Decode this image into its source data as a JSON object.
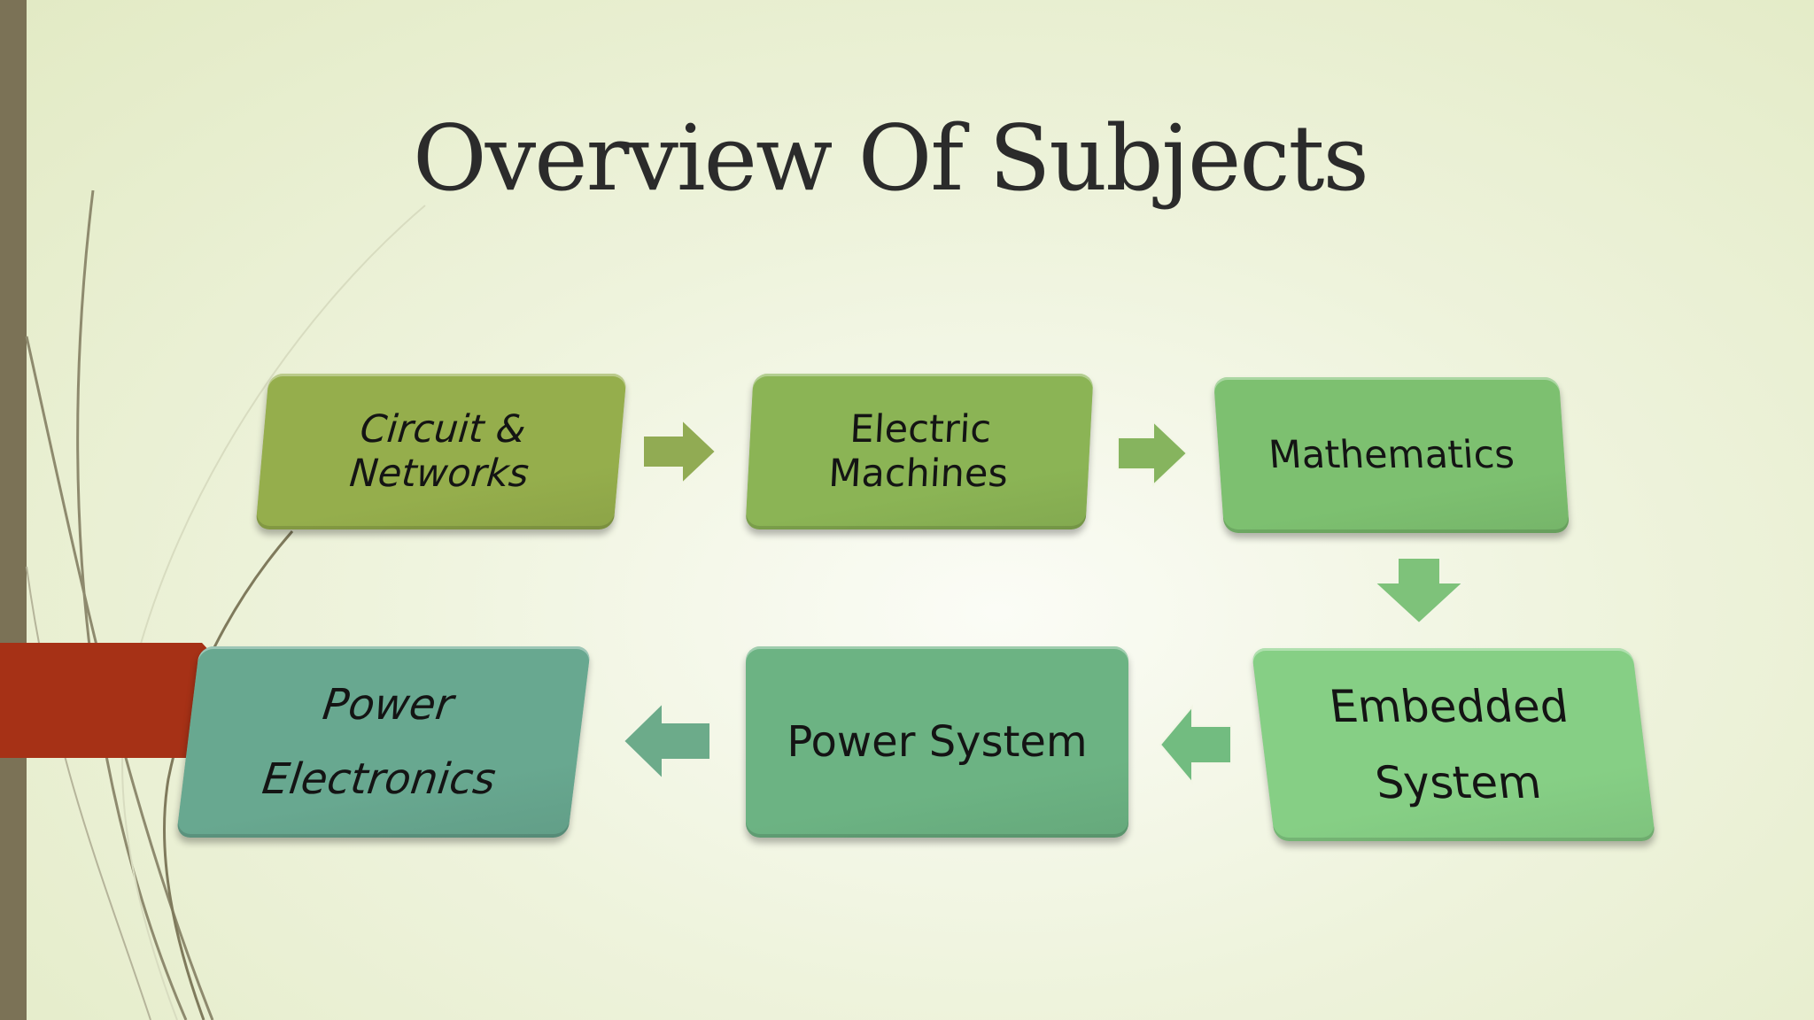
{
  "title": "Overview Of Subjects",
  "diagram": {
    "nodes": [
      {
        "id": "circuit",
        "label": "Circuit &\nNetworks",
        "color": "#95ae4c"
      },
      {
        "id": "machines",
        "label": "Electric\nMachines",
        "color": "#8bb455"
      },
      {
        "id": "math",
        "label": "Mathematics",
        "color": "#7dc070"
      },
      {
        "id": "embedded",
        "label": "Embedded\nSystem",
        "color": "#86cf85"
      },
      {
        "id": "powersys",
        "label": "Power System",
        "color": "#6cb383"
      },
      {
        "id": "powerelec",
        "label": "Power\nElectronics",
        "color": "#68a890"
      }
    ],
    "edges": [
      {
        "from": "circuit",
        "to": "machines",
        "direction": "right"
      },
      {
        "from": "machines",
        "to": "math",
        "direction": "right"
      },
      {
        "from": "math",
        "to": "embedded",
        "direction": "down"
      },
      {
        "from": "embedded",
        "to": "powersys",
        "direction": "left"
      },
      {
        "from": "powersys",
        "to": "powerelec",
        "direction": "left"
      }
    ]
  },
  "colors": {
    "sidebar": "#7b7256",
    "accent_tab": "#a63116",
    "title_text": "#2b2b2b"
  }
}
